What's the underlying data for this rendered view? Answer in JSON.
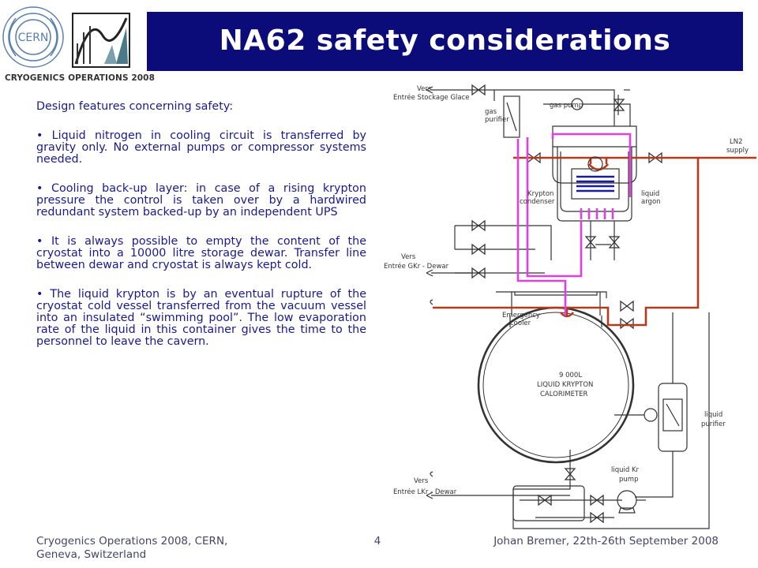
{
  "header": {
    "title": "NA62 safety considerations",
    "logo_cern": "CERN",
    "logo_caption": "CRYOGENICS OPERATIONS 2008"
  },
  "content": {
    "intro": "Design features concerning safety:",
    "bullets": [
      "Liquid nitrogen in cooling circuit is transferred by gravity only. No external pumps or compressor systems needed.",
      "Cooling back-up layer: in case of a rising krypton pressure the control is taken over by a hardwired redundant system backed-up by an independent UPS",
      "It is always possible to empty the content of the cryostat into a 10000 litre storage dewar. Transfer line between dewar and cryostat is always kept cold.",
      "The liquid krypton is by an eventual rupture of the cryostat cold vessel transferred from the vacuum vessel into an insulated “swimming pool”. The low evaporation rate of the liquid in this container gives the time to the personnel to leave the cavern."
    ]
  },
  "diagram": {
    "labels": {
      "vers1": "Vers",
      "storage": "Entrée Stockage Glace",
      "gas_purifier_1": "gas",
      "gas_purifier_2": "purifier",
      "gas_pump": "gas pump",
      "ln2_1": "LN2",
      "ln2_2": "supply",
      "krypton_condenser_1": "Krypton",
      "krypton_condenser_2": "condenser",
      "liquid_argon_1": "liquid",
      "liquid_argon_2": "argon",
      "vers2": "Vers",
      "gkr_dewar": "Entrée GKr - Dewar",
      "emergency_cooler_1": "Emergency",
      "emergency_cooler_2": "cooler",
      "calorimeter_1": "9 000L",
      "calorimeter_2": "LIQUID KRYPTON",
      "calorimeter_3": "CALORIMETER",
      "liquid_purifier_1": "liquid",
      "liquid_purifier_2": "purifier",
      "liquid_kr_pump_1": "liquid Kr",
      "liquid_kr_pump_2": "pump",
      "vers3": "Vers",
      "lkr_dewar": "Entrée LKr - Dewar"
    },
    "colors": {
      "ln2_line": "#b33a1a",
      "krypton_line": "#e040e0",
      "argon_coil": "#1a1aa0",
      "line": "#333333"
    }
  },
  "footer": {
    "left_line1": "Cryogenics Operations 2008, CERN,",
    "left_line2": "Geneva, Switzerland",
    "page": "4",
    "right": "Johan Bremer, 22th-26th September 2008"
  },
  "theme": {
    "title_bg": "#0b0b7a",
    "body_text": "#1a1a8c"
  }
}
